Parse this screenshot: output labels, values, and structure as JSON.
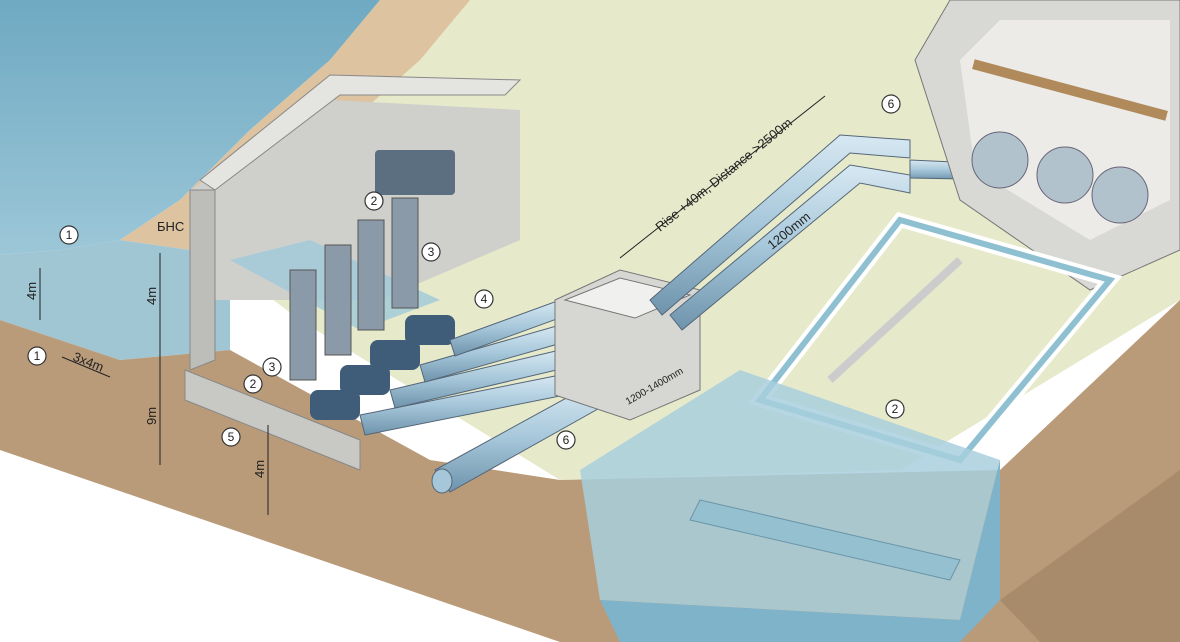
{
  "diagram": {
    "station_label": "БНС",
    "dimensions": {
      "intake_depth": "4m",
      "intake_distance": "3x4m",
      "upper_level": "4m",
      "total_depth": "9m",
      "foundation": "4m",
      "pipeline_route": "Rise +40m, Distance >2500m",
      "pipe_diameter": "1200mm",
      "chamber_diameter": "1200-1400mm"
    },
    "callouts": {
      "intake_screen_top": "1",
      "intake_screen_bottom": "1",
      "gate_left": "2",
      "pump_column": "2",
      "pump_right": "3",
      "pump_left": "3",
      "valve": "4",
      "foundation_slab": "5",
      "pressure_pipe": "6",
      "pipe_right": "6",
      "reservoir_gate": "2"
    },
    "colors": {
      "water": "#7fb3c9",
      "soil": "#b99b7a",
      "land": "#e6eacb",
      "sand": "#ddc3a0",
      "concrete": "#d9d9d6",
      "pipe": "#a9c9dc"
    }
  }
}
